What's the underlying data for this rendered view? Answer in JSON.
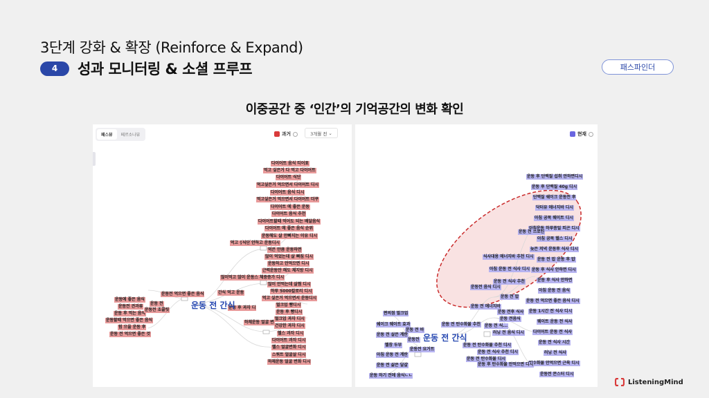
{
  "header": {
    "title": "3단계 강화 & 확장 (Reinforce & Expand)",
    "step_number": "4",
    "step_title": "성과 모니터링 & 소셜 프루프",
    "pathfinder_button": "패스파인더"
  },
  "subtitle": "이중공간 중 ‘인간’의 기억공간의 변화 확인",
  "left_panel": {
    "tabs": [
      "패스뷰",
      "페르소나뷰"
    ],
    "legend_label": "과거",
    "legend_color": "#d93b3b",
    "period": "3개월 전",
    "center_label": "운동 전 간식",
    "nodes_right": [
      "다이어트 음식 티어표",
      "먹고 싶은거 다 먹고 다이어트",
      "다이어트 식단",
      "먹고싶은거 먹으면서 다이어트 디시",
      "다이어트 음식 디시",
      "먹고싶은거 먹으면서 다이어트 더쿠",
      "다이어트 에 좋은 운동",
      "다이어트 음식 추천",
      "다이어트할때 먹어도 되는 배달음식",
      "다이어트 에 좋은 음식 순위",
      "운동해도 살 안빠지는 이유 디시",
      "먹은 만큼 운동하면",
      "많이 먹었는데 살 빠짐 디시",
      "운동하고 안먹으면 디시",
      "근력운동만 해도 체지방 디시",
      "많이 안먹는데 살찜 디시",
      "하루 5000칼로리 디시",
      "먹고 싶은거 먹으면서 운동디시",
      "벌크업 빵디시",
      "운동 후 빵디시",
      "벌크업 과자 디시",
      "건강한 과자 디시",
      "헬스 과자 디시",
      "다이어트 과자 디시",
      "헬스 얼굴변화 디시",
      "스쿼트 얼굴살 디시",
      "하체운동 얼굴 변화 디시"
    ],
    "nodes_mid": [
      "먹고 싶은거 다 먹",
      "식단 안하고 운동디시",
      "많이먹고 많이 운동스 체중증가 디시",
      "간식 먹고 운동",
      "운동 후 과자 디",
      "하체운동 얼굴 변"
    ],
    "nodes_left": [
      "운동전 먹으면 좋은 음식",
      "운동에 좋은 음식",
      "운동전 견과류",
      "운동 전",
      "운동 후 먹는 음식",
      "운동전 초콜릿",
      "운동할때 먹으면 좋은 음식",
      "힘 으을 운동 후",
      "운동 전 먹으면 좋은 것"
    ]
  },
  "right_panel": {
    "legend_label": "현재",
    "legend_color": "#6a66e0",
    "center_label": "운동 전 간식",
    "nodes_right": [
      "운동 후 단백질 섭취 안하면디시",
      "운동 후 단백질 40g 디시",
      "단백질 쉐이크 운동전 후",
      "닥터유 에너지바 디시",
      "아침 공복 웨이트 디시",
      "아침운동 하루종일 피곤 디시",
      "아침 공복 헬스 디시",
      "늦은 저녁 운동후 식사 디시",
      "운동 전 밥 운동 후 밥",
      "운동 후 식사 안하면 디시",
      "운동 후 식사 안하면",
      "아침 운동 전 음식",
      "운동 전 먹으면 좋은 음식 디시",
      "운동 1시간 전 식사 디시",
      "웨이트 운동 전 식사",
      "다이어트 운동 전 식사",
      "운동 전 식사 시간",
      "러닝 전 식사",
      "탄수화물 안먹으면 근육 디시",
      "운동전 몬스터 디시"
    ],
    "nodes_mid": [
      "운동 전 쓰로틴",
      "식사대용 에너지바 추천 디시",
      "아침 운동 전 식사 디시",
      "운동 전 식사 추천",
      "운동전 음식 디시",
      "운동 전 밥",
      "운동 전 에너지바",
      "운동 전후 식사",
      "운동 전음식",
      "러닝 전 음식 디시",
      "운동 전 식...",
      "운동 전 탄수화물 추천",
      "운동 전 탄수화물 추천 디시",
      "운동 전 식사 추천 디시",
      "운동 전 탄수화물 디시",
      "운동 후 탄수화물 안먹으면 디시"
    ],
    "nodes_left": [
      "편의점 벌크업",
      "쉐이크 웨이트 효과",
      "운동 전 바",
      "운동 전 살은 계란",
      "운동전",
      "헬창 두부",
      "운동전 요거트",
      "아침 운동 전 계란",
      "운동 전 삶은 달걀",
      "운동 하기 전에 음식ㄴㄴ"
    ]
  },
  "footer": {
    "brand": "ListeningMind"
  }
}
